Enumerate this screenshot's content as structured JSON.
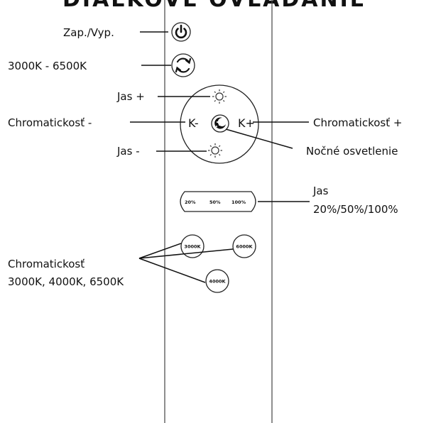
{
  "title": "DIAĽKOVÉ OVLÁDANIE",
  "labels": {
    "power": "Zap./Vyp.",
    "cct_toggle": "3000K - 6500K",
    "brightness_up": "Jas +",
    "chroma_minus": "Chromatickosť -",
    "brightness_down": "Jas -",
    "chroma_plus": "Chromatickosť +",
    "night_light": "Nočné osvetlenie",
    "jas_line1": "Jas",
    "jas_line2": "20%/50%/100%",
    "chroma_line1": "Chromatickosť",
    "chroma_line2": "3000K, 4000K, 6500K"
  },
  "buttons": {
    "k_minus": "K-",
    "k_plus": "K+",
    "p20": "20%",
    "p50": "50%",
    "p100": "100%",
    "k3000": "3000K",
    "k6000": "6000K",
    "k4000": "4000K"
  },
  "icons": [
    "power-icon",
    "cycle-icon",
    "sun-icon",
    "moon-icon"
  ]
}
